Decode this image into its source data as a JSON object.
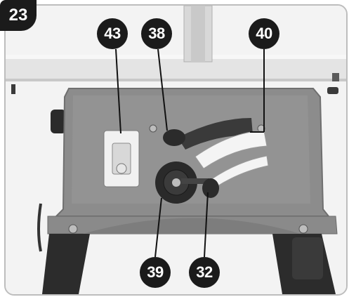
{
  "figure": {
    "number": "23"
  },
  "callouts": {
    "c43": "43",
    "c38": "38",
    "c40": "40",
    "c39": "39",
    "c32": "32"
  },
  "colors": {
    "body": "#8a8a8a",
    "table_top": "#e6e6e6",
    "legs": "#2e2e2e",
    "callout_bg": "#1b1b1b",
    "callout_text": "#ffffff"
  }
}
